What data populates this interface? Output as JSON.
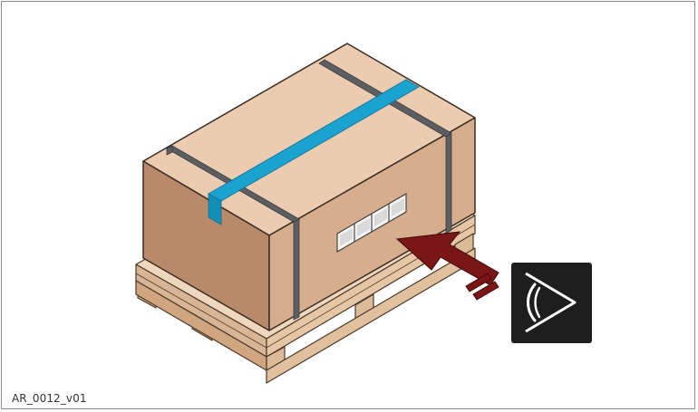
{
  "figure": {
    "id_label": "AR_0012_v01"
  },
  "illustration": {
    "subject": "packed-box-on-pallet",
    "icons": [
      "eye-icon",
      "arrow-icon",
      "label-icon",
      "strap",
      "tape"
    ],
    "colors": {
      "box_front": "#b88a6a",
      "box_side": "#d6ae8e",
      "box_top": "#ecccb0",
      "strap": "#5c5e62",
      "tape": "#1aa3cf",
      "pallet": "#e8cdae",
      "arrow": "#7a1616",
      "eye_badge": "#1e1e1e"
    }
  }
}
